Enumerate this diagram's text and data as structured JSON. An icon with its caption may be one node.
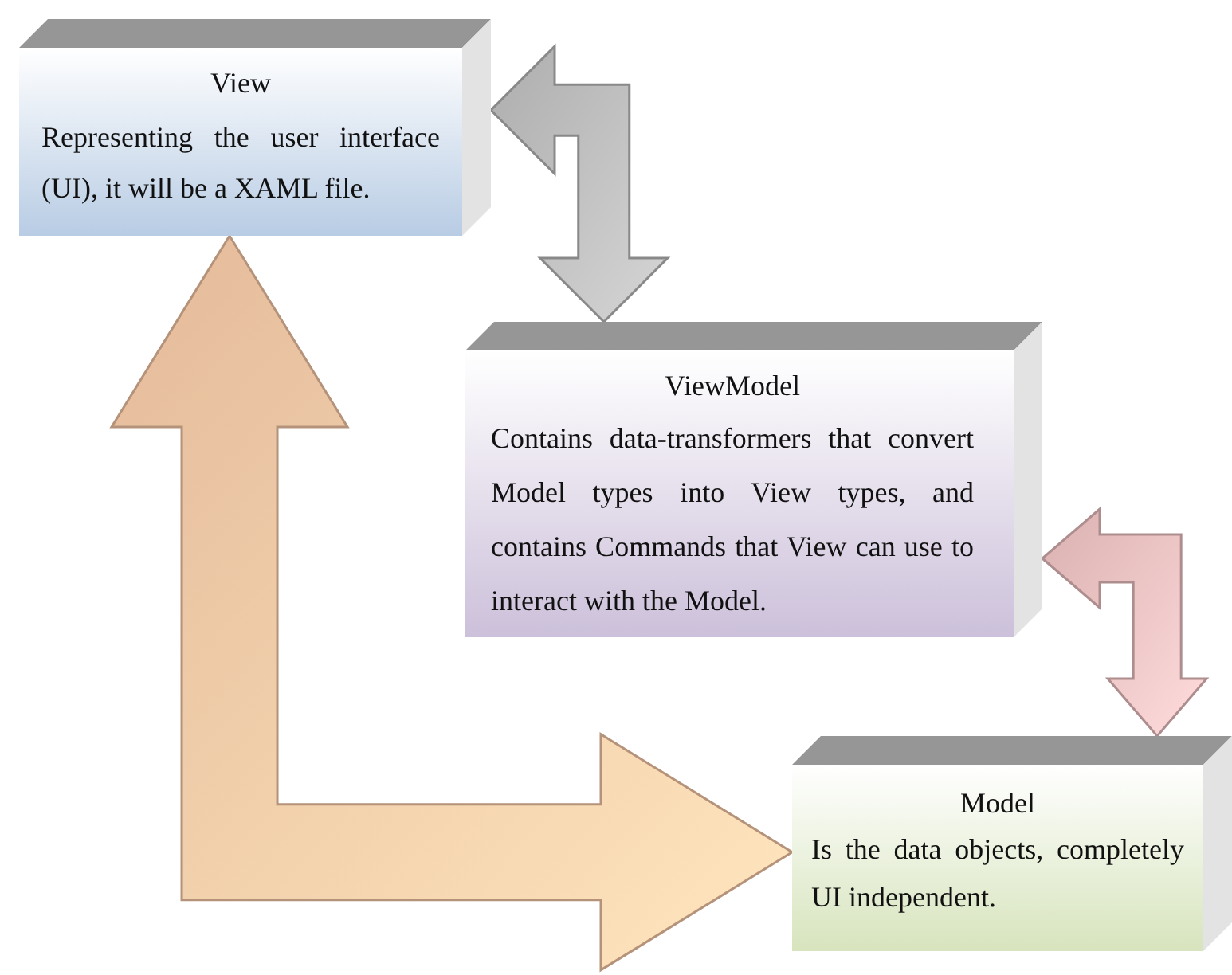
{
  "diagram": {
    "nodes": [
      {
        "text": [
          "View",
          "Representing the user interface (UI), it will be a XAML file."
        ]
      },
      {
        "text": [
          "ViewModel",
          "Contains data-transformers that convert Model types into View types, and contains Commands that View can use to interact with the Model."
        ]
      },
      {
        "text": [
          "Model",
          "Is the data objects, completely UI independent."
        ]
      }
    ],
    "edges": [
      {
        "from": 0,
        "to": 1,
        "arrow": "both",
        "color": "#bdbdbd"
      },
      {
        "from": 1,
        "to": 2,
        "arrow": "both",
        "color": "#efc2c2"
      },
      {
        "from": 0,
        "to": 2,
        "arrow": "both",
        "color": "#f9cba8"
      }
    ]
  }
}
